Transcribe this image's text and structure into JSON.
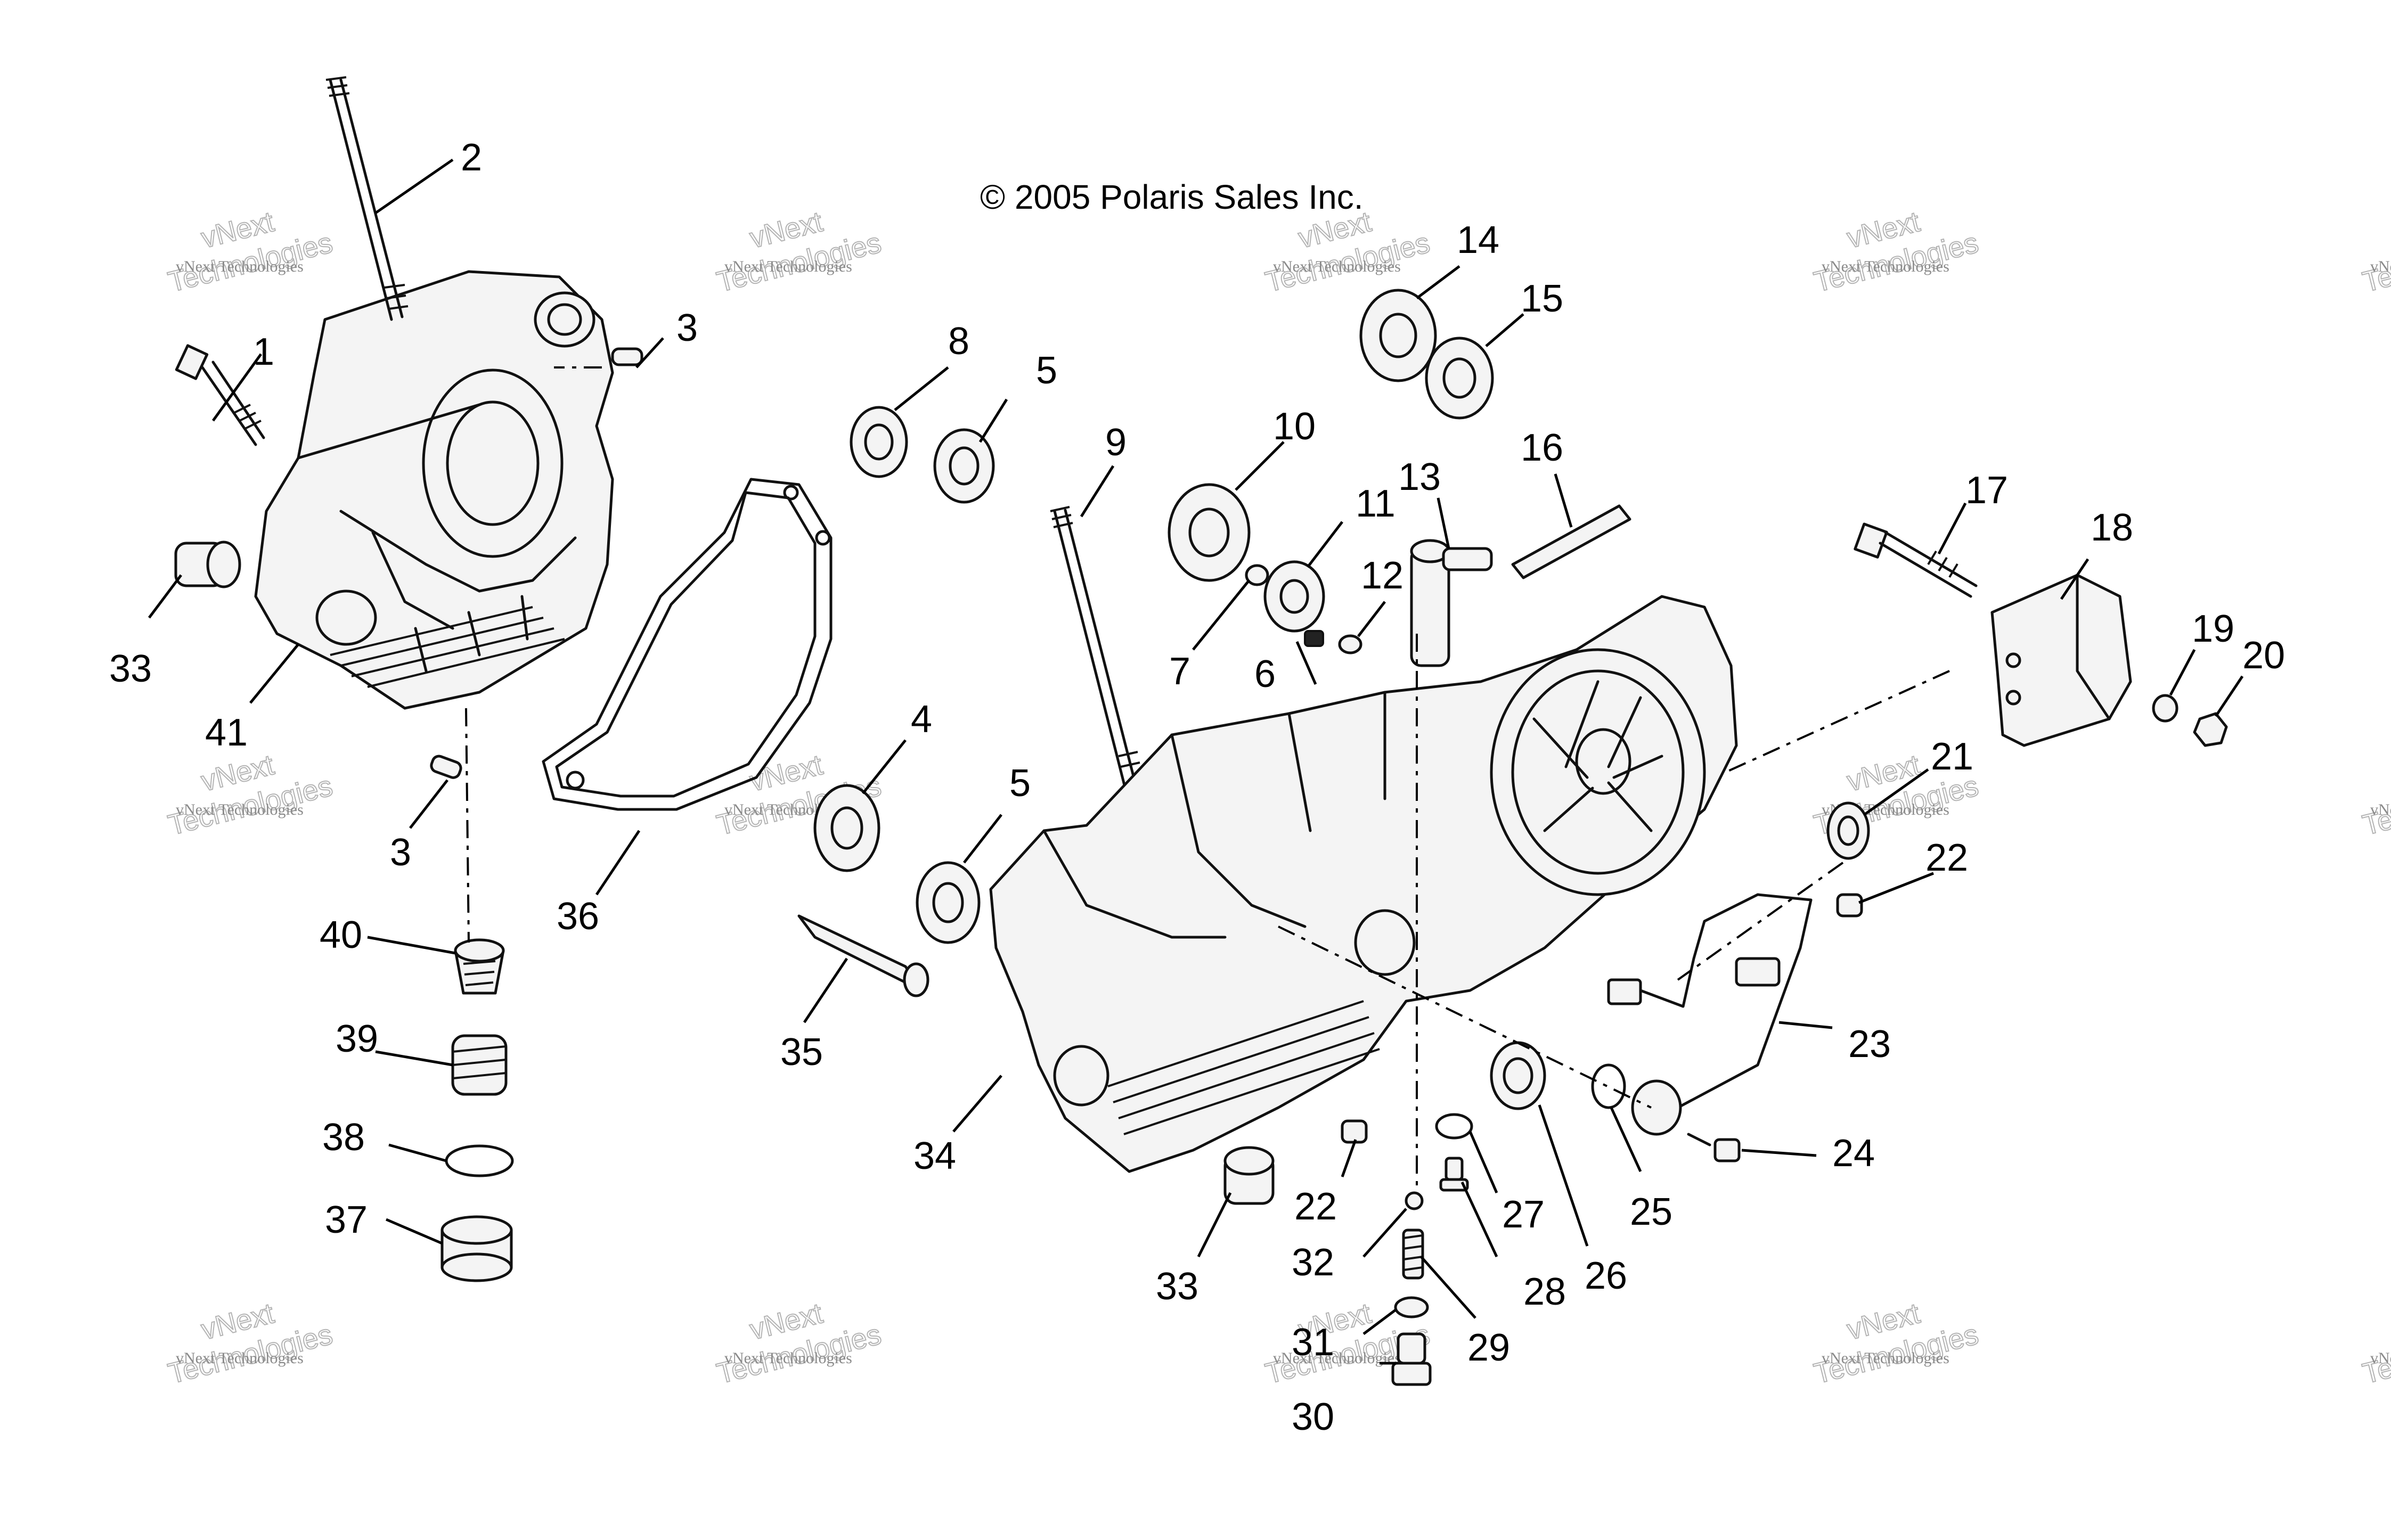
{
  "copyright": "© 2005 Polaris Sales Inc.",
  "watermark": {
    "line_small": "vNext Technologies",
    "line_big_top": "vNext",
    "line_big_bottom": "Technologies"
  },
  "callouts": [
    "1",
    "2",
    "3",
    "3",
    "4",
    "5",
    "5",
    "6",
    "7",
    "8",
    "9",
    "10",
    "11",
    "12",
    "13",
    "14",
    "15",
    "16",
    "17",
    "18",
    "19",
    "20",
    "21",
    "22",
    "22",
    "23",
    "24",
    "25",
    "26",
    "27",
    "28",
    "29",
    "30",
    "31",
    "32",
    "33",
    "33",
    "34",
    "35",
    "36",
    "37",
    "38",
    "39",
    "40",
    "41"
  ]
}
